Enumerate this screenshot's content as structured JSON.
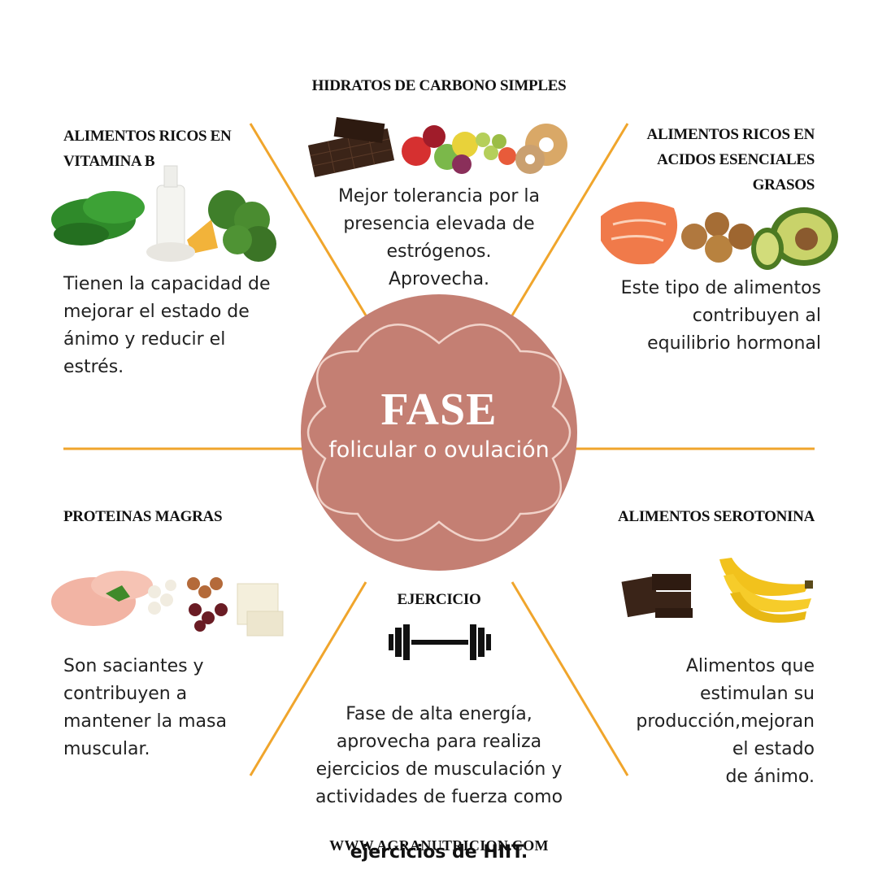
{
  "center": {
    "title": "FASE",
    "subtitle": "folicular o ovulación"
  },
  "sections": {
    "carbs": {
      "heading": "HIDRATOS DE CARBONO SIMPLES",
      "body": "Mejor tolerancia por la\npresencia elevada de\nestrógenos.\nAprovecha."
    },
    "vitamin_b": {
      "heading": "ALIMENTOS RICOS EN\nVITAMINA B",
      "body": "Tienen la capacidad de\nmejorar el estado de\nánimo y reducir el\nestrés."
    },
    "fatty_acids": {
      "heading": "ALIMENTOS RICOS EN\nACIDOS ESENCIALES\nGRASOS",
      "body": "Este tipo de alimentos\ncontribuyen al\nequilibrio hormonal"
    },
    "proteins": {
      "heading": "PROTEINAS MAGRAS",
      "body": "Son saciantes y\ncontribuyen a\nmantener la masa\nmuscular."
    },
    "exercise": {
      "heading": "EJERCICIO",
      "body": "Fase de alta energía,\naprovecha para realiza\nejercicios de musculación y\nactividades de fuerza como",
      "body_bold": "ejercicios de HIIT."
    },
    "serotonin": {
      "heading": "ALIMENTOS SEROTONINA",
      "body": "Alimentos que\nestimulan su\nproducción,mejoran\nel estado\nde ánimo."
    }
  },
  "footer": "WWW.AGRANUTRICION.COM",
  "colors": {
    "accent_line": "#f0a52c",
    "flower_fill": "#c47f73",
    "flower_outline": "#f1d3ca",
    "text": "#1e1e1e"
  },
  "icons": [
    "chocolate-fruit-donuts-image",
    "spinach-milk-cheese-broccoli-image",
    "salmon-walnuts-avocado-image",
    "chicken-beans-tofu-image",
    "dumbbell-icon",
    "chocolate-banana-image"
  ]
}
